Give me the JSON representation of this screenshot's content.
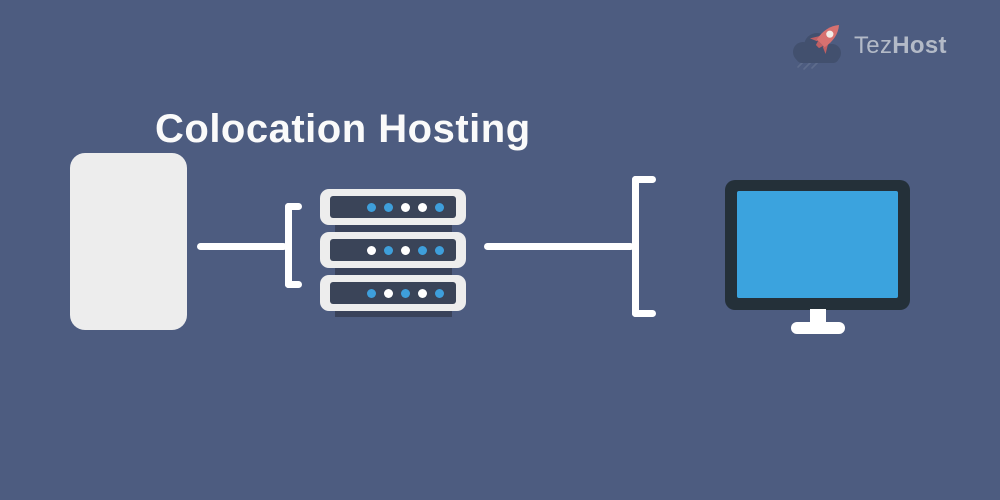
{
  "title": "Colocation Hosting",
  "logo": {
    "brand": "TezHost",
    "text_regular": "Tez",
    "text_bold": "Host",
    "icon": "cloud-rocket-icon"
  },
  "colors": {
    "bg": "#4d5c80",
    "panel": "#ededed",
    "line": "#ffffff",
    "title": "#fafafa",
    "logo_text": "#b3bac7",
    "cloud": "#42506e",
    "rocket": "#d77170",
    "rocket_dark": "#c05f63",
    "rocket_window": "#f3eee9",
    "speed_line": "#5e6c8c",
    "server_dark": "#3a4458",
    "rack_back": "#39425a",
    "monitor_frame": "#243039",
    "screen_blue": "#3ba3de",
    "dot_blue": "#3e9fdb",
    "dot_white": "#ffffff"
  },
  "diagram": {
    "client_box": {
      "icon": "client-panel"
    },
    "servers": {
      "icon": "server-rack-icon",
      "rows": [
        {
          "dots": [
            "blue",
            "blue",
            "white",
            "white",
            "blue"
          ]
        },
        {
          "dots": [
            "white",
            "blue",
            "white",
            "blue",
            "blue"
          ]
        },
        {
          "dots": [
            "blue",
            "white",
            "blue",
            "white",
            "blue"
          ]
        }
      ]
    },
    "monitor": {
      "icon": "monitor-icon"
    },
    "connectors": {
      "left_line": "connector-line-left",
      "left_bracket": "bracket-left",
      "right_line": "connector-line-right",
      "right_bracket": "bracket-right"
    }
  }
}
